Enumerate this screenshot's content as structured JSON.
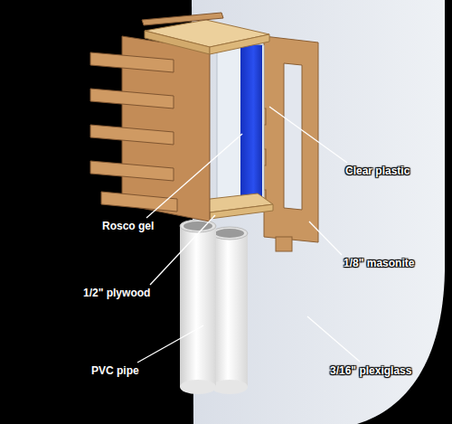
{
  "diagram": {
    "labels": [
      "Clear plastic",
      "Rosco gel",
      "1/8\" masonite",
      "1/2\" plywood",
      "PVC pipe",
      "3/16\" plexiglass"
    ]
  }
}
